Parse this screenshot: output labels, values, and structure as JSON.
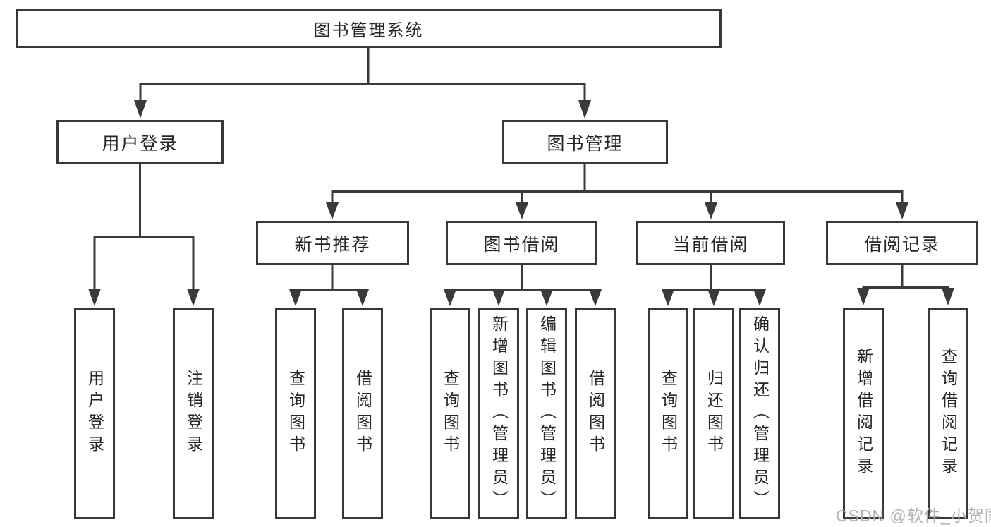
{
  "diagram": {
    "root": {
      "label": "图书管理系统"
    },
    "level2": [
      {
        "id": "user-login",
        "label": "用户登录",
        "leaves": [
          {
            "label": "用户登录"
          },
          {
            "label": "注销登录"
          }
        ]
      },
      {
        "id": "book-management",
        "label": "图书管理",
        "modules": [
          {
            "id": "new-book-recommend",
            "label": "新书推荐",
            "leaves": [
              {
                "label": "查询图书"
              },
              {
                "label": "借阅图书"
              }
            ]
          },
          {
            "id": "book-borrow",
            "label": "图书借阅",
            "leaves": [
              {
                "label": "查询图书"
              },
              {
                "label": "新增图书（管理员）"
              },
              {
                "label": "编辑图书（管理员）"
              },
              {
                "label": "借阅图书"
              }
            ]
          },
          {
            "id": "current-borrow",
            "label": "当前借阅",
            "leaves": [
              {
                "label": "查询图书"
              },
              {
                "label": "归还图书"
              },
              {
                "label": "确认归还（管理员）"
              }
            ]
          },
          {
            "id": "borrow-records",
            "label": "借阅记录",
            "leaves": [
              {
                "label": "新增借阅记录"
              },
              {
                "label": "查询借阅记录"
              }
            ]
          }
        ]
      }
    ]
  },
  "watermark": "CSDN @软件_小贺同学",
  "colors": {
    "line": "#3a3a3a",
    "border": "#383838",
    "text": "#262626",
    "watermark": "#b0b0b0",
    "background": "#ffffff"
  }
}
